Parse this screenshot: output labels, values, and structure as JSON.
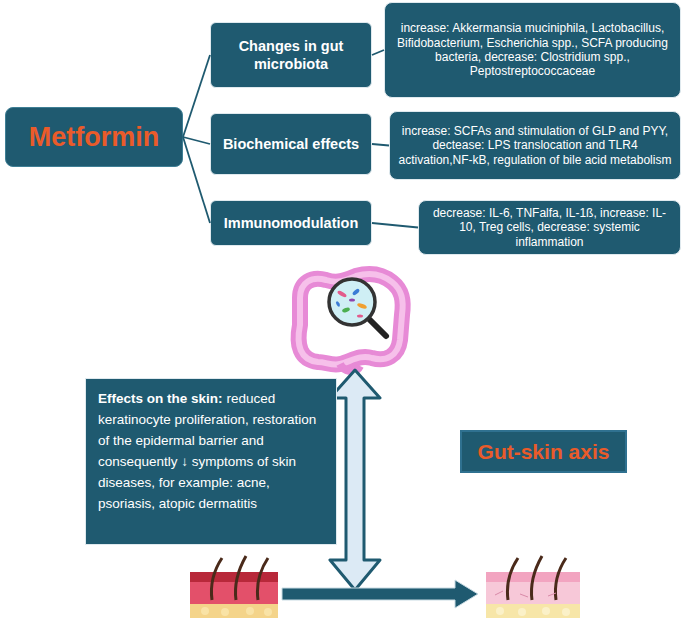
{
  "diagram": {
    "nodes": [
      {
        "text": [
          "Metformin"
        ]
      },
      {
        "text": [
          "Changes in gut microbiota"
        ]
      },
      {
        "text": [
          "increase: Akkermansia muciniphila, Lactobacillus, Bifidobacterium, Escherichia spp., SCFA producing bacteria, decrease: Clostridium spp., Peptostreptococcaceae"
        ]
      },
      {
        "text": [
          "Biochemical effects"
        ]
      },
      {
        "text": [
          "increase: SCFAs and stimulation of GLP and PYY, dectease: LPS translocation and TLR4 activation,NF-kB, regulation of bile acid metabolism"
        ]
      },
      {
        "text": [
          "Immunomodulation"
        ]
      },
      {
        "text": [
          "decrease: IL-6, TNFalfa, IL-1ß, increase: IL-10, Treg cells, decrease: systemic inflammation"
        ]
      },
      {
        "text": [
          "Effects on the skin:",
          "reduced keratinocyte proliferation, restoration of the epidermal barrier and consequently ↓ symptoms of skin diseases, for example: acne, psoriasis, atopic dermatitis"
        ]
      },
      {
        "text": [
          "Gut-skin axis"
        ]
      }
    ],
    "edges": [
      {
        "from": 0,
        "to": 1,
        "arrow": "none"
      },
      {
        "from": 0,
        "to": 3,
        "arrow": "none"
      },
      {
        "from": 0,
        "to": 5,
        "arrow": "none"
      },
      {
        "from": 1,
        "to": 2,
        "arrow": "none"
      },
      {
        "from": 3,
        "to": 4,
        "arrow": "none"
      },
      {
        "from": 5,
        "to": 6,
        "arrow": "none"
      }
    ]
  }
}
